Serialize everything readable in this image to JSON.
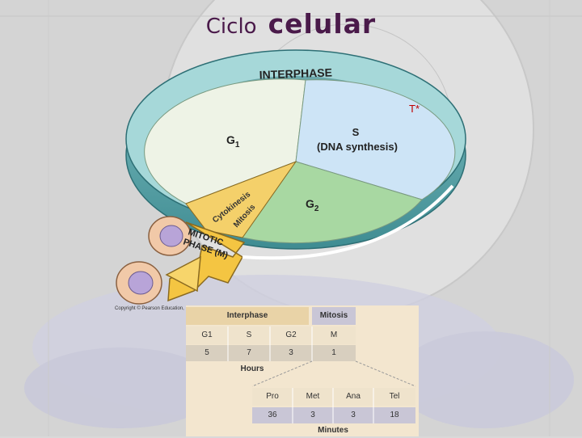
{
  "title": {
    "word1": "Ciclo",
    "word2": "celular"
  },
  "diagram": {
    "ring_label": "INTERPHASE",
    "g1": "G",
    "g1_sub": "1",
    "s": "S",
    "s_desc": "(DNA synthesis)",
    "g2": "G",
    "g2_sub": "2",
    "cytokinesis": "Cytokinesis",
    "mitosis": "Mitosis",
    "mitotic_1": "MITOTIC",
    "mitotic_2": "PHASE (M)",
    "t_marker": "T*",
    "copyright": "Copyright © Pearson Education, Inc"
  },
  "table": {
    "header_interphase": "Interphase",
    "header_mitosis": "Mitosis",
    "phases": [
      "G1",
      "S",
      "G2",
      "M"
    ],
    "hours": [
      "5",
      "7",
      "3",
      "1"
    ],
    "hours_label": "Hours",
    "subphases": [
      "Pro",
      "Met",
      "Ana",
      "Tel"
    ],
    "minutes": [
      "36",
      "3",
      "3",
      "18"
    ],
    "minutes_label": "Minutes"
  },
  "colors": {
    "g1": "#eef3e6",
    "s": "#cde4f6",
    "g2": "#a8d8a2",
    "ring": "#9fd3d4",
    "mitotic": "#f4d06a",
    "title": "#4a1a4a"
  }
}
